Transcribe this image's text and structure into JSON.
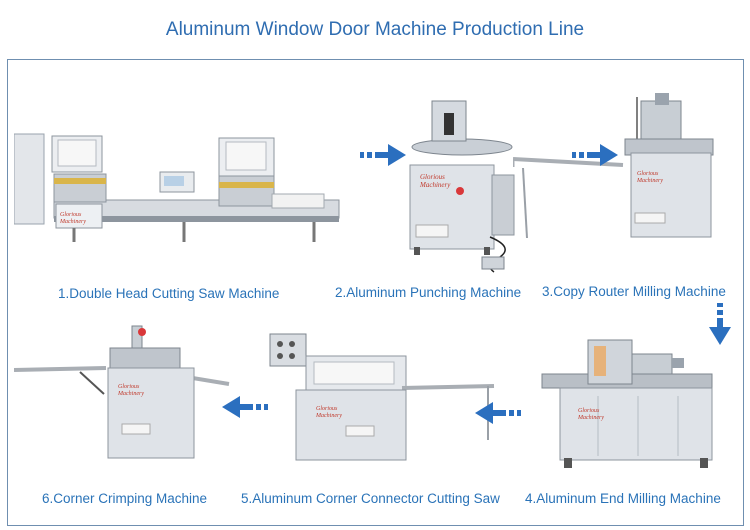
{
  "title": "Aluminum Window Door Machine Production Line",
  "colors": {
    "title": "#2f6db1",
    "caption": "#2a73b8",
    "frame": "#6f8fb0",
    "arrow": "#2b6fbf",
    "machine_body": "#dfe3e8",
    "machine_shadow": "#9aa3ad",
    "brand": "#c0392b"
  },
  "brand": "Glorious Machinery",
  "machines": [
    {
      "label": "1.Double Head Cutting Saw Machine"
    },
    {
      "label": "2.Aluminum Punching Machine"
    },
    {
      "label": "3.Copy Router Milling Machine"
    },
    {
      "label": "4.Aluminum End Milling Machine"
    },
    {
      "label": "5.Aluminum Corner Connector Cutting Saw"
    },
    {
      "label": "6.Corner Crimping Machine"
    }
  ],
  "arrows": [
    {
      "from": 1,
      "to": 2,
      "icon": "arrow-right-icon"
    },
    {
      "from": 2,
      "to": 3,
      "icon": "arrow-right-icon"
    },
    {
      "from": 3,
      "to": 4,
      "icon": "arrow-down-icon"
    },
    {
      "from": 4,
      "to": 5,
      "icon": "arrow-left-icon"
    },
    {
      "from": 5,
      "to": 6,
      "icon": "arrow-left-icon"
    }
  ]
}
